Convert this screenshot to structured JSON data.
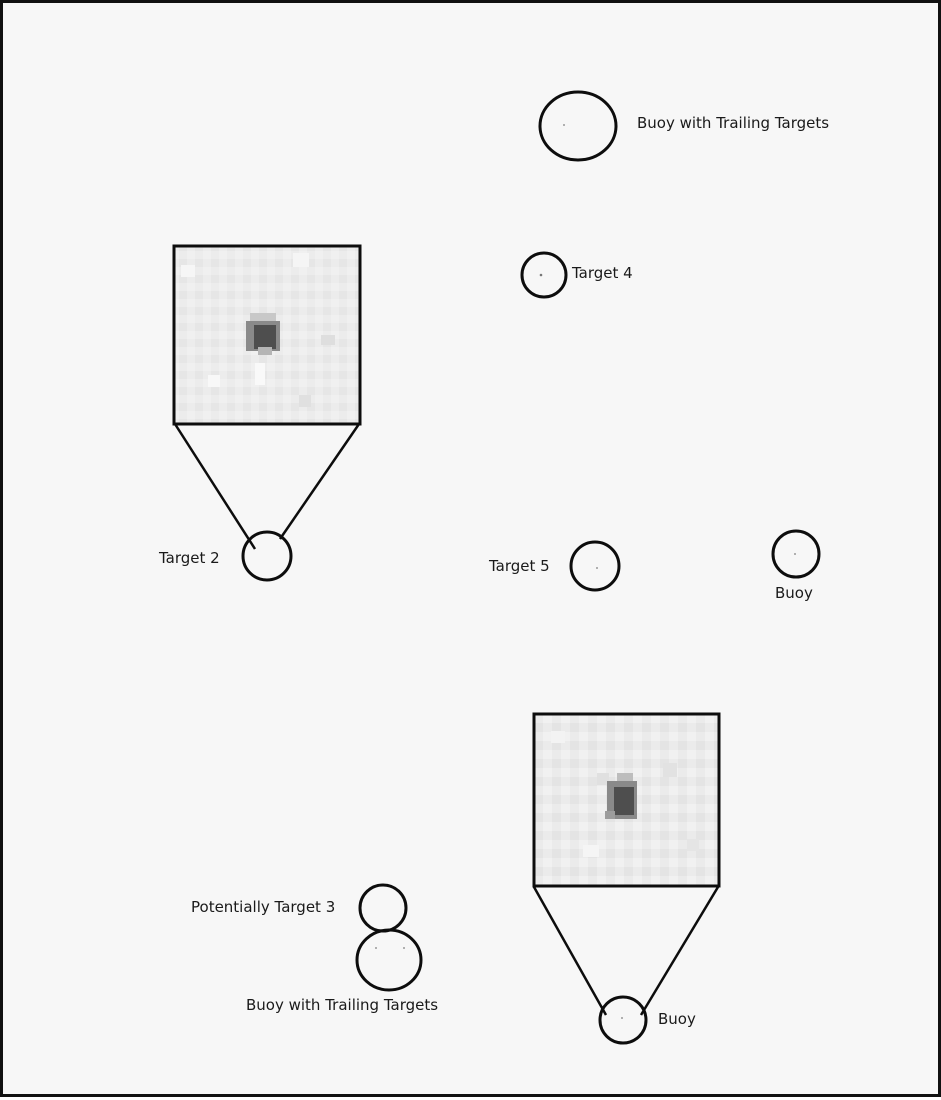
{
  "labels": {
    "buoy_trailing_top": "Buoy with Trailing Targets",
    "target_4": "Target 4",
    "target_2": "Target 2",
    "target_5": "Target 5",
    "buoy_right": "Buoy",
    "potentially_target_3": "Potentially Target 3",
    "buoy_trailing_bottom": "Buoy with Trailing Targets",
    "buoy_bottom": "Buoy"
  },
  "colors": {
    "background": "#f7f7f7",
    "outline": "#0d0d0d",
    "label_text": "#1a1a1a",
    "inset_base": "#eaeaea",
    "blob_dark": "#4e4e4e",
    "blob_mid": "#8a8a8a"
  }
}
